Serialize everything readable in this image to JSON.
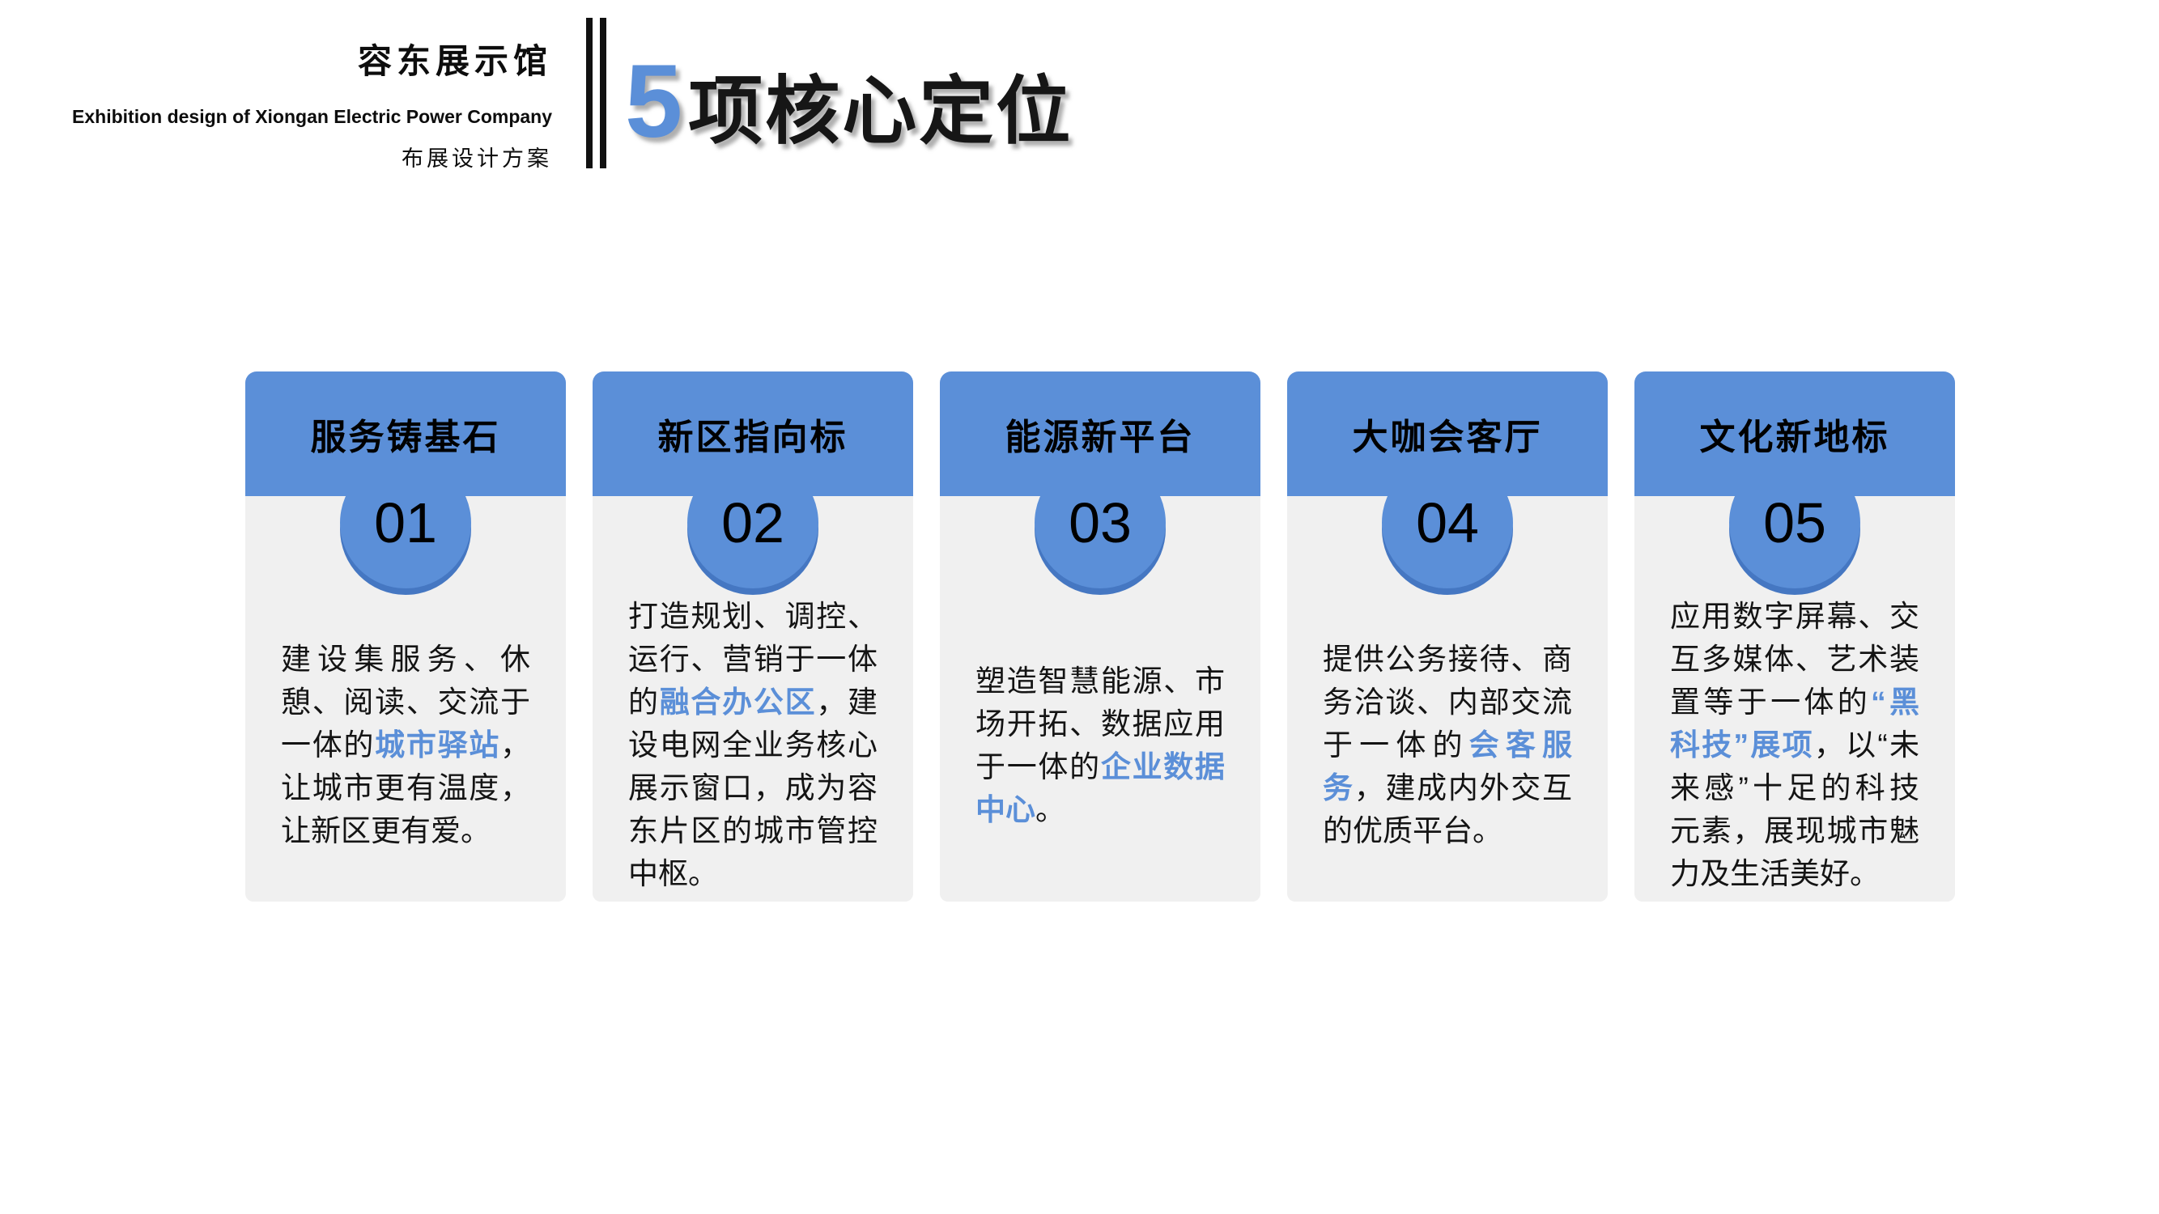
{
  "brand": {
    "title": "容东展示馆",
    "subtitle_en": "Exhibition design of Xiongan Electric Power Company",
    "subtitle_cn": "布展设计方案"
  },
  "main_title": {
    "number": "5",
    "text": "项核心定位"
  },
  "colors": {
    "accent": "#5B8FD8",
    "accent_dark": "#4577C2",
    "card_bg": "#F0F0F0"
  },
  "cards": [
    {
      "title": "服务铸基石",
      "number": "01",
      "body": [
        {
          "text": "建设集服务、休憩、阅读、交流于一体的",
          "highlight": false
        },
        {
          "text": "城市驿站",
          "highlight": true
        },
        {
          "text": "，让城市更有温度，让新区更有爱。",
          "highlight": false
        }
      ]
    },
    {
      "title": "新区指向标",
      "number": "02",
      "body": [
        {
          "text": "打造规划、调控、运行、营销于一体的",
          "highlight": false
        },
        {
          "text": "融合办公区",
          "highlight": true
        },
        {
          "text": "，建设电网全业务核心展示窗口，成为容东片区的城市管控中枢。",
          "highlight": false
        }
      ]
    },
    {
      "title": "能源新平台",
      "number": "03",
      "body": [
        {
          "text": "塑造智慧能源、市场开拓、数据应用于一体的",
          "highlight": false
        },
        {
          "text": "企业数据中心",
          "highlight": true
        },
        {
          "text": "。",
          "highlight": false
        }
      ]
    },
    {
      "title": "大咖会客厅",
      "number": "04",
      "body": [
        {
          "text": "提供公务接待、商务洽谈、内部交流于一体的",
          "highlight": false
        },
        {
          "text": "会客服务",
          "highlight": true
        },
        {
          "text": "，建成内外交互的优质平台。",
          "highlight": false
        }
      ]
    },
    {
      "title": "文化新地标",
      "number": "05",
      "body": [
        {
          "text": "应用数字屏幕、交互多媒体、艺术装置等于一体的",
          "highlight": false
        },
        {
          "text": "“黑科技”展项",
          "highlight": true
        },
        {
          "text": "，以“未来感”十足的科技元素，展现城市魅力及生活美好。",
          "highlight": false
        }
      ]
    }
  ]
}
